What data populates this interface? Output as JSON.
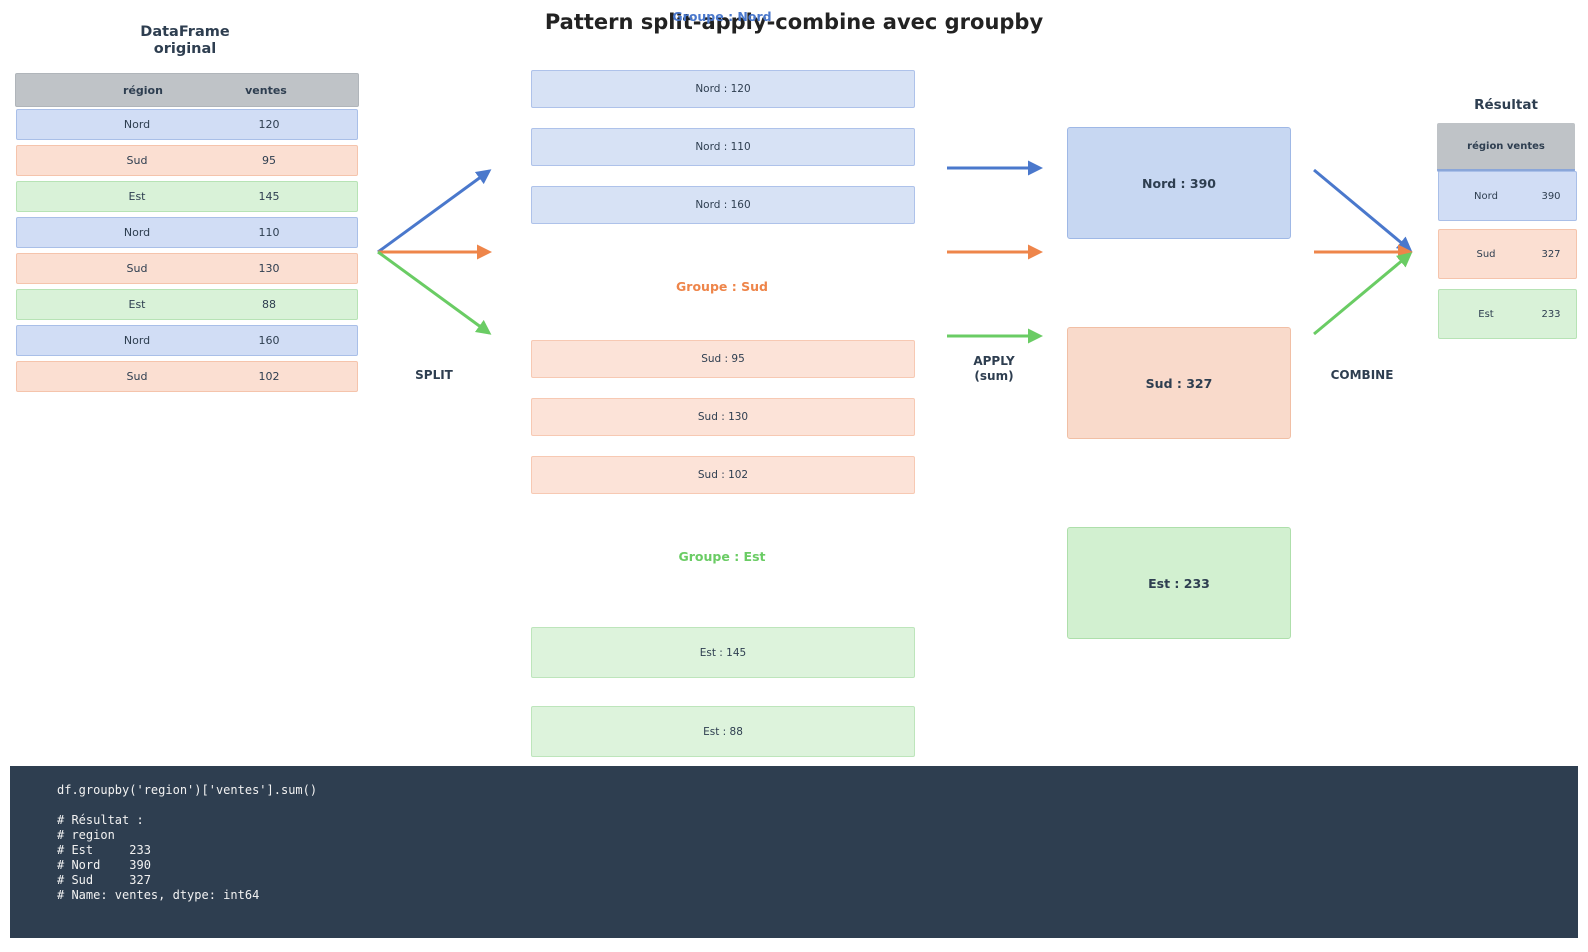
{
  "title": "Pattern split-apply-combine avec groupby",
  "original": {
    "heading": "DataFrame\noriginal",
    "columns": [
      "région",
      "ventes"
    ],
    "rows": [
      {
        "region": "Nord",
        "ventes": "120"
      },
      {
        "region": "Sud",
        "ventes": "95"
      },
      {
        "region": "Est",
        "ventes": "145"
      },
      {
        "region": "Nord",
        "ventes": "110"
      },
      {
        "region": "Sud",
        "ventes": "130"
      },
      {
        "region": "Est",
        "ventes": "88"
      },
      {
        "region": "Nord",
        "ventes": "160"
      },
      {
        "region": "Sud",
        "ventes": "102"
      }
    ]
  },
  "steps": {
    "split": "SPLIT",
    "apply": "APPLY\n(sum)",
    "combine": "COMBINE"
  },
  "groups": [
    {
      "label": "Groupe : Nord",
      "items": [
        "Nord : 120",
        "Nord : 110",
        "Nord : 160"
      ]
    },
    {
      "label": "Groupe : Sud",
      "items": [
        "Sud :  95",
        "Sud : 130",
        "Sud : 102"
      ]
    },
    {
      "label": "Groupe : Est",
      "items": [
        "Est : 145",
        "Est :  88"
      ]
    }
  ],
  "sums": [
    "Nord : 390",
    "Sud : 327",
    "Est : 233"
  ],
  "result": {
    "heading": "Résultat",
    "header": "région  ventes",
    "rows": [
      {
        "region": "Nord",
        "ventes": "390"
      },
      {
        "region": "Sud",
        "ventes": "327"
      },
      {
        "region": "Est",
        "ventes": "233"
      }
    ]
  },
  "code": "df.groupby('region')['ventes'].sum()\n\n# Résultat :\n# region\n# Est     233\n# Nord    390\n# Sud     327\n# Name: ventes, dtype: int64",
  "colors": {
    "nord": "#4a78cc",
    "sud": "#ee854a",
    "est": "#6acc64",
    "code_bg": "#2e3e50"
  }
}
